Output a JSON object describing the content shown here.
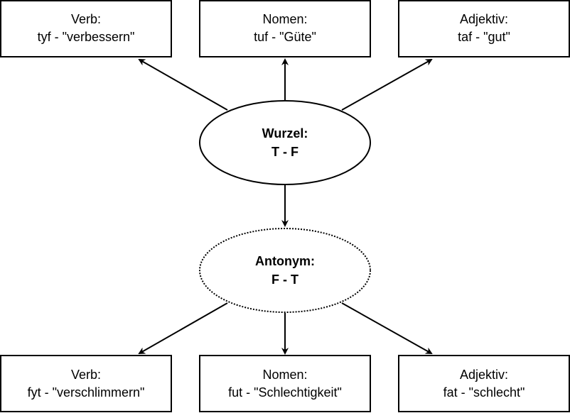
{
  "root": {
    "line1": "Wurzel:",
    "line2": "T - F"
  },
  "antonym": {
    "line1": "Antonym:",
    "line2": "F - T"
  },
  "top_boxes": [
    {
      "line1": "Verb:",
      "line2": "tyf - \"verbessern\""
    },
    {
      "line1": "Nomen:",
      "line2": "tuf - \"Güte\""
    },
    {
      "line1": "Adjektiv:",
      "line2": "taf - \"gut\""
    }
  ],
  "bottom_boxes": [
    {
      "line1": "Verb:",
      "line2": "fyt - \"verschlimmern\""
    },
    {
      "line1": "Nomen:",
      "line2": "fut - \"Schlechtigkeit\""
    },
    {
      "line1": "Adjektiv:",
      "line2": "fat - \"schlecht\""
    }
  ],
  "colors": {
    "stroke": "#000000",
    "fill": "#ffffff"
  }
}
